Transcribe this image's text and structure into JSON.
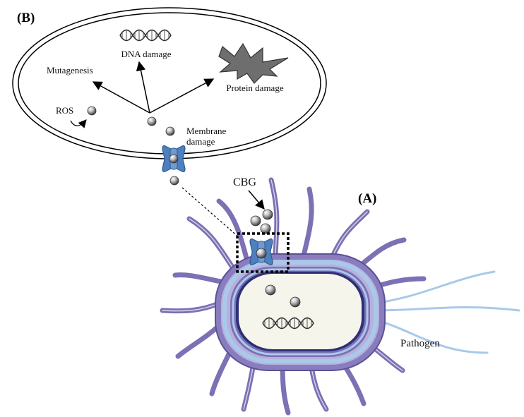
{
  "panel_a": "(A)",
  "panel_b": "(B)",
  "labels": {
    "dna_damage": "DNA damage",
    "mutagenesis": "Mutagenesis",
    "protein_damage": "Protein damage",
    "ros": "ROS",
    "membrane_line1": "Membrane",
    "membrane_line2": "damage",
    "cbg": "CBG",
    "pathogen": "Pathogen"
  },
  "colors": {
    "membrane_outer": "#7d70b4",
    "membrane_light": "#a9c9ea",
    "membrane_dark": "#2e2f78",
    "cytoplasm": "#f5f5ec",
    "channel": "#4e7fbf",
    "protein": "#6e6e6e"
  }
}
